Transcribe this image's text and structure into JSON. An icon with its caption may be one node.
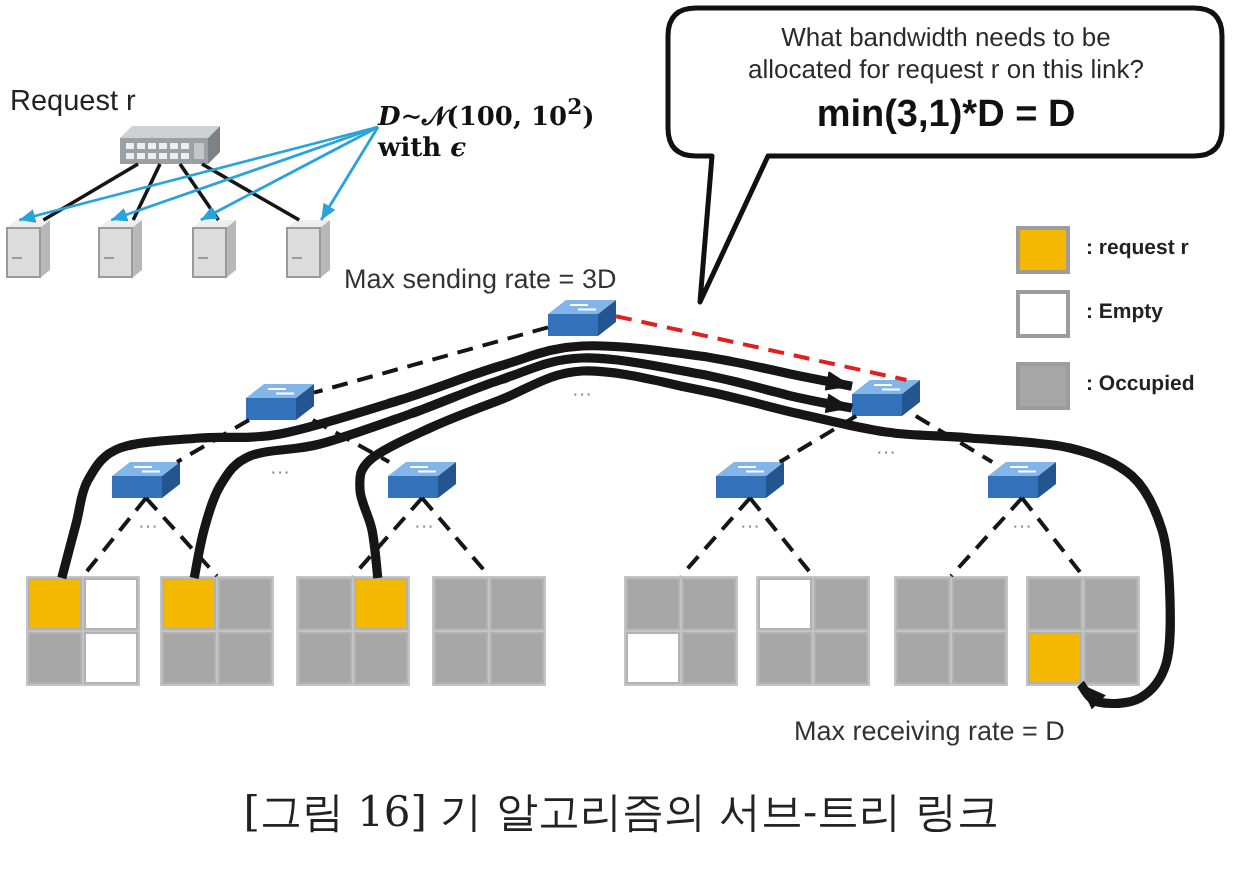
{
  "diagram": {
    "caption": "[그림 16] 기 알고리즘의 서브-트리 링크",
    "nodes": [
      {
        "text": [],
        "shape": "picture"
      },
      {
        "text": [],
        "shape": "picture"
      },
      {
        "text": [],
        "shape": "picture"
      },
      {
        "text": [],
        "shape": "picture"
      },
      {
        "text": [],
        "shape": "picture"
      },
      {
        "text": [
          "*D*∼𝒩(100, 10$^{2}$) with *ϵ*"
        ]
      },
      {
        "text": [
          "What bandwidth needs to be allocated for request r on this link?",
          "min(3,1)*D = D"
        ]
      },
      {
        "text": [],
        "shape": "picture",
        "beside": [
          "···"
        ]
      },
      {
        "text": [],
        "shape": "picture",
        "beside": [
          "···"
        ]
      },
      {
        "text": [],
        "shape": "picture",
        "beside": [
          "···"
        ]
      },
      {
        "text": [],
        "shape": "picture",
        "beside": [
          "···"
        ]
      },
      {
        "text": [],
        "shape": "picture",
        "beside": [
          "···"
        ]
      },
      {
        "text": [],
        "shape": "picture",
        "beside": [
          "···"
        ]
      },
      {
        "text": [],
        "shape": "picture",
        "beside": [
          "···"
        ]
      },
      {
        "text": [],
        "shape": "box"
      },
      {
        "text": [],
        "shape": "box",
        "in": 14
      },
      {
        "text": [],
        "shape": "box",
        "in": 14
      },
      {
        "text": [],
        "shape": "box",
        "in": 14
      },
      {
        "text": [],
        "shape": "box",
        "in": 14
      },
      {
        "text": [],
        "shape": "box"
      },
      {
        "text": [],
        "shape": "box",
        "in": 19
      },
      {
        "text": [],
        "shape": "box",
        "in": 19
      },
      {
        "text": [],
        "shape": "box",
        "in": 19
      },
      {
        "text": [],
        "shape": "box",
        "in": 19
      },
      {
        "text": [],
        "shape": "box"
      },
      {
        "text": [],
        "shape": "box",
        "in": 24
      },
      {
        "text": [],
        "shape": "box",
        "in": 24
      },
      {
        "text": [],
        "shape": "box",
        "in": 24
      },
      {
        "text": [],
        "shape": "box",
        "in": 24
      },
      {
        "text": [],
        "shape": "box"
      },
      {
        "text": [],
        "shape": "box",
        "in": 29
      },
      {
        "text": [],
        "shape": "box",
        "in": 29
      },
      {
        "text": [],
        "shape": "box",
        "in": 29
      },
      {
        "text": [],
        "shape": "box",
        "in": 29
      },
      {
        "text": [],
        "shape": "box"
      },
      {
        "text": [],
        "shape": "box",
        "in": 34
      },
      {
        "text": [],
        "shape": "box",
        "in": 34
      },
      {
        "text": [],
        "shape": "box",
        "in": 34
      },
      {
        "text": [],
        "shape": "box",
        "in": 34
      },
      {
        "text": [],
        "shape": "box"
      },
      {
        "text": [],
        "shape": "box",
        "in": 39
      },
      {
        "text": [],
        "shape": "box",
        "in": 39
      },
      {
        "text": [],
        "shape": "box",
        "in": 39
      },
      {
        "text": [],
        "shape": "box",
        "in": 39
      },
      {
        "text": [],
        "shape": "box"
      },
      {
        "text": [],
        "shape": "box",
        "in": 44
      },
      {
        "text": [],
        "shape": "box",
        "in": 44
      },
      {
        "text": [],
        "shape": "box",
        "in": 44
      },
      {
        "text": [],
        "shape": "box",
        "in": 44
      },
      {
        "text": [],
        "shape": "box"
      },
      {
        "text": [],
        "shape": "box",
        "in": 49
      },
      {
        "text": [],
        "shape": "box",
        "in": 49
      },
      {
        "text": [],
        "shape": "box",
        "in": 49
      },
      {
        "text": [],
        "shape": "box",
        "in": 49
      }
    ],
    "edges": [
      {
        "from": 0,
        "to": 1,
        "arrow": "none"
      },
      {
        "from": 0,
        "to": 2,
        "arrow": "none"
      },
      {
        "from": 0,
        "to": 3,
        "arrow": "none"
      },
      {
        "from": 0,
        "to": 4,
        "arrow": "none"
      },
      {
        "from": 5,
        "to": 1,
        "arrow": "to",
        "color": "#29a3dc"
      },
      {
        "from": 5,
        "to": 2,
        "arrow": "to",
        "color": "#29a3dc"
      },
      {
        "from": 5,
        "to": 3,
        "arrow": "to",
        "color": "#29a3dc"
      },
      {
        "from": 5,
        "to": 4,
        "arrow": "to",
        "color": "#29a3dc"
      },
      {
        "from": 7,
        "to": 8,
        "arrow": "none",
        "style": "dashed"
      },
      {
        "from": 7,
        "to": 9,
        "arrow": "none",
        "style": "dashed",
        "color": "#e02020"
      },
      {
        "from": 8,
        "to": 10,
        "arrow": "none",
        "style": "dashed"
      },
      {
        "from": 8,
        "to": 11,
        "arrow": "none",
        "style": "dashed"
      },
      {
        "from": 9,
        "to": 12,
        "arrow": "none",
        "style": "dashed"
      },
      {
        "from": 9,
        "to": 13,
        "arrow": "none",
        "style": "dashed"
      },
      {
        "from": 10,
        "to": 14,
        "arrow": "none",
        "style": "dashed"
      },
      {
        "from": 10,
        "to": 19,
        "arrow": "none",
        "style": "dashed"
      },
      {
        "from": 11,
        "to": 24,
        "arrow": "none",
        "style": "dashed"
      },
      {
        "from": 11,
        "to": 29,
        "arrow": "none",
        "style": "dashed"
      },
      {
        "from": 12,
        "to": 34,
        "arrow": "none",
        "style": "dashed"
      },
      {
        "from": 12,
        "to": 39,
        "arrow": "none",
        "style": "dashed"
      },
      {
        "from": 13,
        "to": 44,
        "arrow": "none",
        "style": "dashed"
      },
      {
        "from": 13,
        "to": 49,
        "arrow": "none",
        "style": "dashed"
      },
      {
        "from": 15,
        "to": 9,
        "arrow": "to",
        "style": "thick"
      },
      {
        "from": 20,
        "to": 9,
        "arrow": "to",
        "style": "thick"
      },
      {
        "from": 26,
        "to": 52,
        "arrow": "to",
        "style": "thick"
      }
    ],
    "labels": [
      "Request r",
      "Max sending rate = 3D",
      "Max receiving rate = D"
    ],
    "legend": [
      {
        "text": ": request r",
        "color": "#f5b800"
      },
      {
        "text": ": Empty",
        "color": "#ffffff"
      },
      {
        "text": ": Occupied",
        "color": "#a6a6a6"
      }
    ]
  }
}
